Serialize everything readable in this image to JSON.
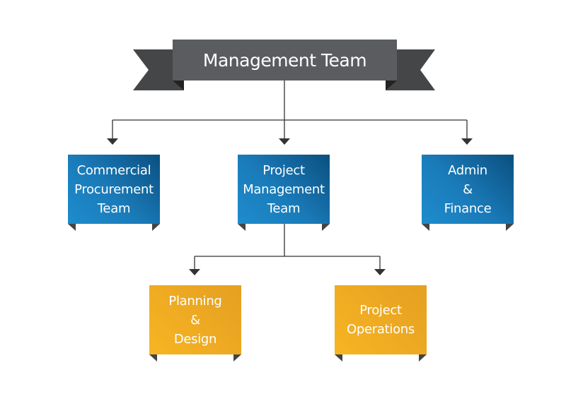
{
  "root": {
    "label": "Management Team",
    "color": "#5b5c60"
  },
  "level1": [
    {
      "label": "Commercial\nProcurement\nTeam",
      "color": "#1a7bb9"
    },
    {
      "label": "Project\nManagement\nTeam",
      "color": "#1a7bb9"
    },
    {
      "label": "Admin\n&\nFinance",
      "color": "#1a7bb9"
    }
  ],
  "level2": [
    {
      "label": "Planning\n&\nDesign",
      "color": "#f0ac22"
    },
    {
      "label": "Project\nOperations",
      "color": "#f0ac22"
    }
  ]
}
